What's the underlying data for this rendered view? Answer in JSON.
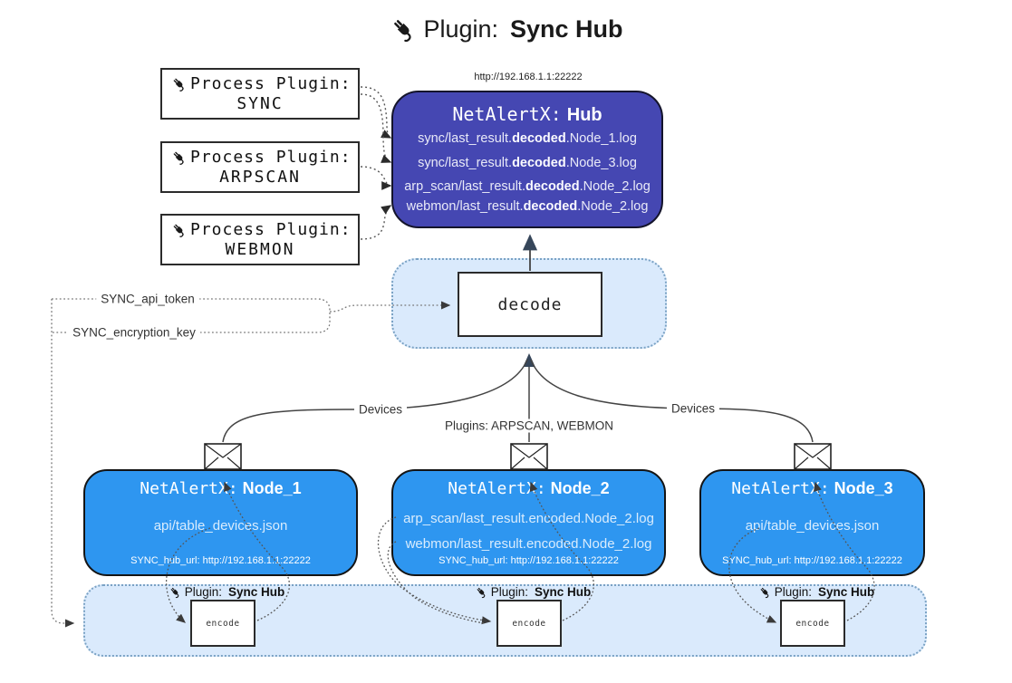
{
  "title": {
    "label": "Plugin:",
    "name": "Sync Hub"
  },
  "process_plugins": [
    {
      "label": "Process Plugin:",
      "name": "SYNC"
    },
    {
      "label": "Process Plugin:",
      "name": "ARPSCAN"
    },
    {
      "label": "Process Plugin:",
      "name": "WEBMON"
    }
  ],
  "hub": {
    "url": "http://192.168.1.1:22222",
    "title_label": "NetAlertX:",
    "title_name": "Hub",
    "logs": [
      {
        "pre": "sync/last_result.",
        "bold": "decoded",
        "post": ".Node_1.log"
      },
      {
        "pre": "sync/last_result.",
        "bold": "decoded",
        "post": ".Node_3.log"
      },
      {
        "pre": "arp_scan/last_result.",
        "bold": "decoded",
        "post": ".Node_2.log"
      },
      {
        "pre": "webmon/last_result.",
        "bold": "decoded",
        "post": ".Node_2.log"
      }
    ]
  },
  "decode": {
    "label": "decode"
  },
  "config": {
    "api_token": "SYNC_api_token",
    "encryption_key": "SYNC_encryption_key"
  },
  "edges": {
    "devices_left": "Devices",
    "plugins_center": "Plugins: ARPSCAN, WEBMON",
    "devices_right": "Devices"
  },
  "nodes": [
    {
      "title_label": "NetAlertX:",
      "title_name": "Node_1",
      "lines": [
        "api/table_devices.json"
      ],
      "hub_url": "SYNC_hub_url: http://192.168.1.1:22222"
    },
    {
      "title_label": "NetAlertX:",
      "title_name": "Node_2",
      "lines": [
        "arp_scan/last_result.encoded.Node_2.log",
        "webmon/last_result.encoded.Node_2.log"
      ],
      "hub_url": "SYNC_hub_url: http://192.168.1.1:22222"
    },
    {
      "title_label": "NetAlertX:",
      "title_name": "Node_3",
      "lines": [
        "api/table_devices.json"
      ],
      "hub_url": "SYNC_hub_url: http://192.168.1.1:22222"
    }
  ],
  "encoders": {
    "plugin_label": "Plugin:",
    "plugin_name": "Sync Hub",
    "box_label": "encode"
  },
  "colors": {
    "hub_fill": "#4547b2",
    "node_fill": "#2e96f0",
    "panel_fill": "#daeafc",
    "panel_border": "#7aa2c4",
    "arrow_dark": "#36465a",
    "line_gray": "#444444"
  }
}
